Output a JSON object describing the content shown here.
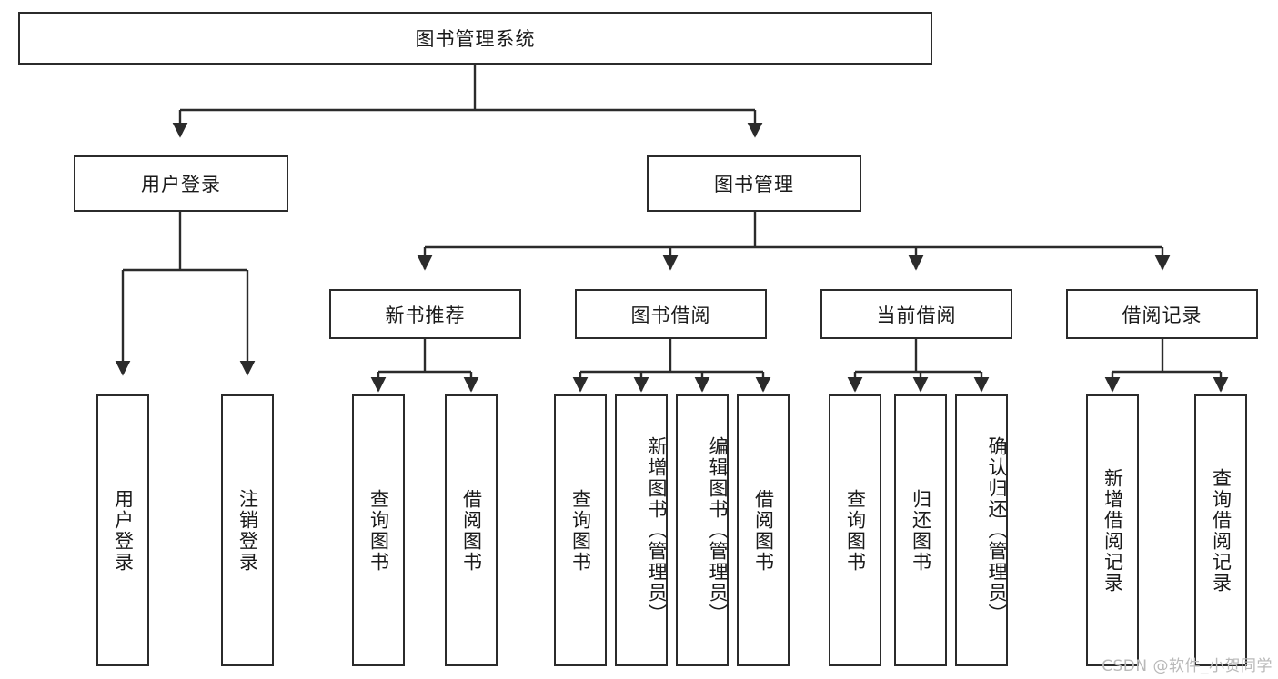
{
  "diagram": {
    "type": "tree",
    "title": "图书管理系统",
    "root": {
      "label": "图书管理系统"
    },
    "level2": [
      {
        "label": "用户登录"
      },
      {
        "label": "图书管理"
      }
    ],
    "level3": [
      {
        "label": "新书推荐"
      },
      {
        "label": "图书借阅"
      },
      {
        "label": "当前借阅"
      },
      {
        "label": "借阅记录"
      }
    ],
    "leaves": {
      "user_login": [
        {
          "label": "用户登录"
        },
        {
          "label": "注销登录"
        }
      ],
      "new_book_recommend": [
        {
          "label": "查询图书"
        },
        {
          "label": "借阅图书"
        }
      ],
      "book_borrow": [
        {
          "label": "查询图书"
        },
        {
          "label": "新增图书（管理员）"
        },
        {
          "label": "编辑图书（管理员）"
        },
        {
          "label": "借阅图书"
        }
      ],
      "current_borrow": [
        {
          "label": "查询图书"
        },
        {
          "label": "归还图书"
        },
        {
          "label": "确认归还（管理员）"
        }
      ],
      "borrow_record": [
        {
          "label": "新增借阅记录"
        },
        {
          "label": "查询借阅记录"
        }
      ]
    }
  },
  "watermark": {
    "text": "CSDN @软件_小贺同学"
  },
  "colors": {
    "border": "#2b2b2b",
    "background": "#ffffff",
    "text": "#1a1a1a",
    "watermark": "#b9b9b9"
  }
}
